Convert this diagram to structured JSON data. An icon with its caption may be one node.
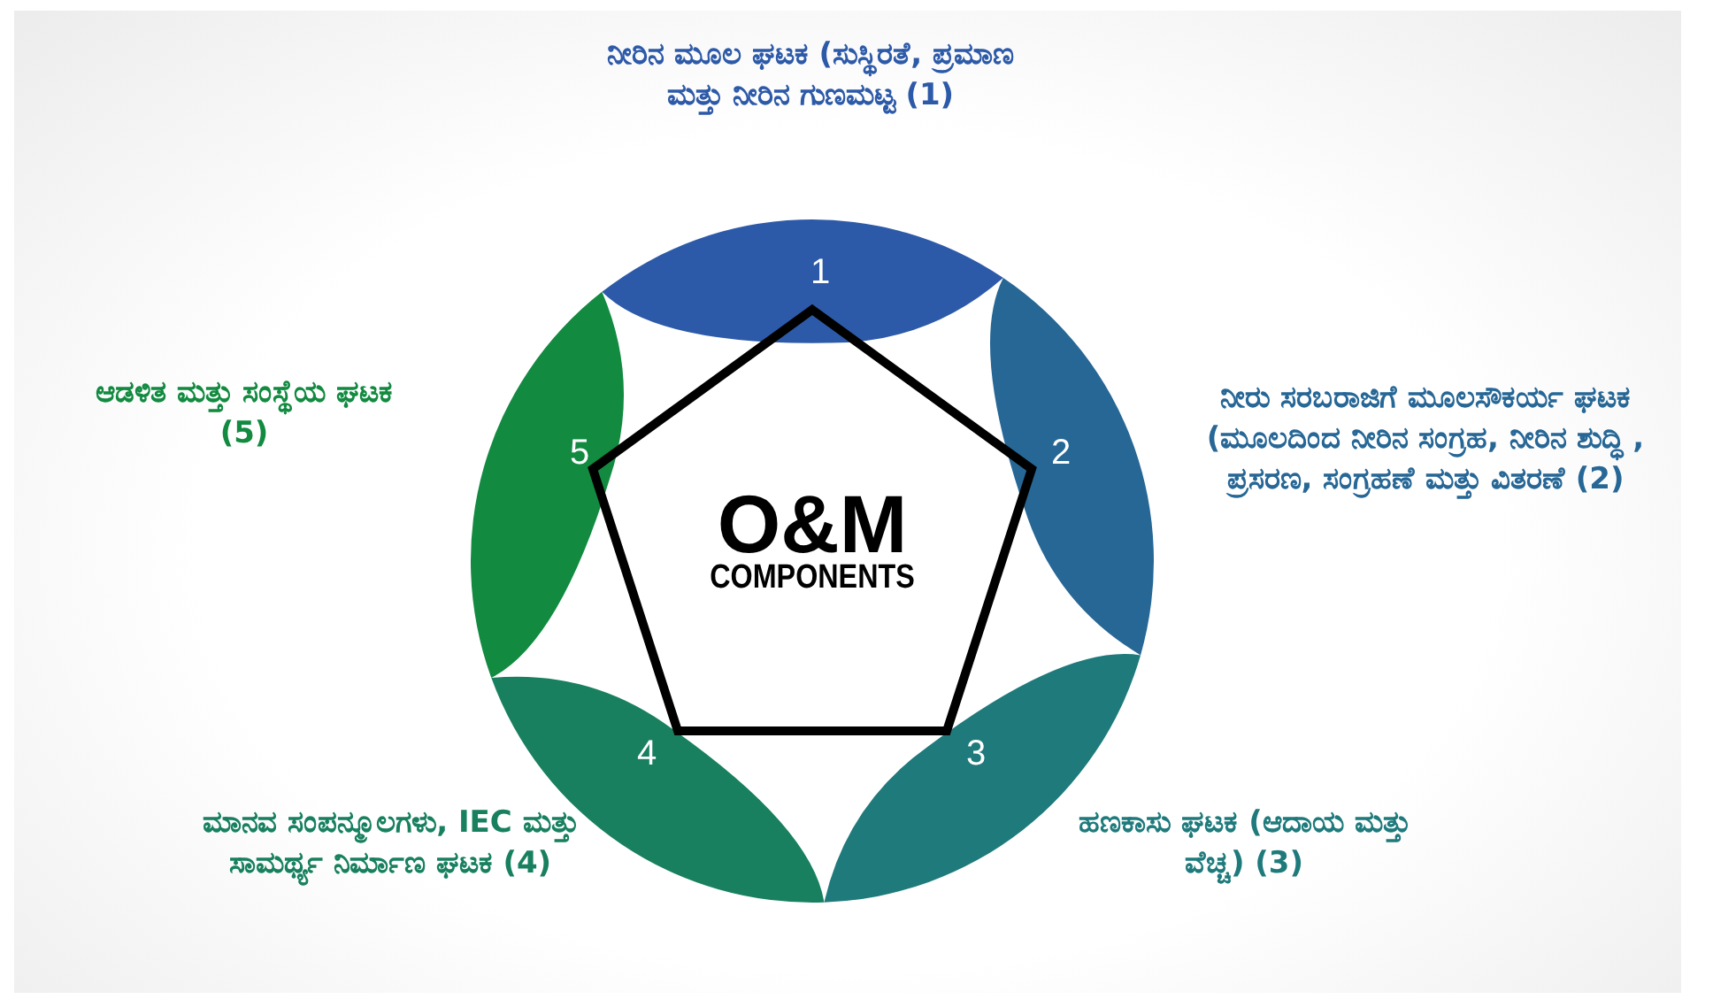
{
  "diagram": {
    "nodes": [
      {
        "text": [
          "O&M",
          "COMPONENTS"
        ]
      },
      {
        "text": [
          "1"
        ],
        "beside": [
          "ನೀರಿನ ಮೂಲ ಘಟಕ (ಸುಸ್ಥಿರತೆ, ಪ್ರಮಾಣ ಮತ್ತು ನೀರಿನ ಗುಣಮಟ್ಟ (1)"
        ]
      },
      {
        "text": [
          "2"
        ],
        "beside": [
          "ನೀರು ಸರಬರಾಜಿಗೆ ಮೂಲಸೌಕರ್ಯ ಘಟಕ (ಮೂಲದಿಂದ ನೀರಿನ ಸಂಗ್ರಹ, ನೀರಿನ ಶುದ್ಧಿ , ಪ್ರಸರಣ, ಸಂಗ್ರಹಣೆ ಮತ್ತು ವಿತರಣೆ (2)"
        ]
      },
      {
        "text": [
          "3"
        ],
        "beside": [
          "ಹಣಕಾಸು ಘಟಕ (ಆದಾಯ ಮತ್ತು ವೆಚ್ಚ) (3)"
        ]
      },
      {
        "text": [
          "4"
        ],
        "beside": [
          "ಮಾನವ ಸಂಪನ್ಮೂಲಗಳು, IEC ಮತ್ತು ಸಾಮರ್ಥ್ಯ ನಿರ್ಮಾಣ ಘಟಕ (4)"
        ]
      },
      {
        "text": [
          "5"
        ],
        "beside": [
          "ಆಡಳಿತ ಮತ್ತು ಸಂಸ್ಥೆಯ ಘಟಕ (5)"
        ]
      }
    ],
    "edges": []
  }
}
